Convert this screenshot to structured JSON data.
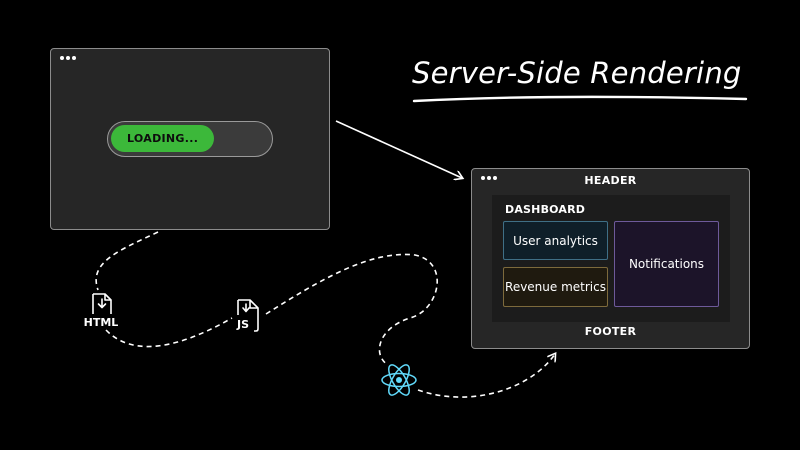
{
  "title": "Server-Side Rendering",
  "loader": {
    "label": "LOADING...",
    "progress": 0.65,
    "fill_color": "#3cb83a"
  },
  "app_window": {
    "header": "HEADER",
    "section_title": "DASHBOARD",
    "cards": {
      "analytics": "User analytics",
      "revenue": "Revenue metrics",
      "notifications": "Notifications"
    },
    "footer": "FOOTER"
  },
  "files": {
    "html": "HTML",
    "js": "JS"
  },
  "icons": {
    "window_controls": "three-dots-icon",
    "html_file": "html-file-download-icon",
    "js_file": "js-file-download-icon",
    "react": "react-atom-icon"
  },
  "colors": {
    "background": "#000000",
    "window": "#262626",
    "loader_fill": "#3cb83a",
    "react": "#61dafb"
  }
}
